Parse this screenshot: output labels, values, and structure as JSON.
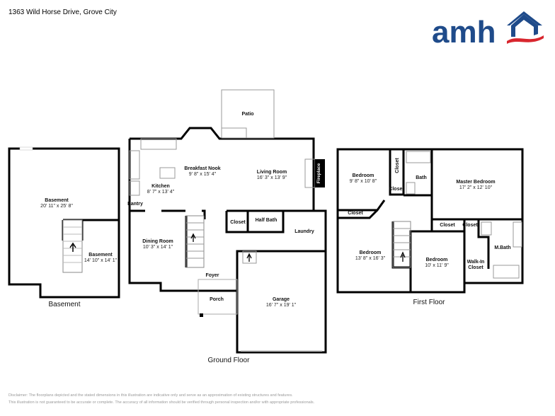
{
  "header": {
    "address": "1363 Wild Horse Drive, Grove City",
    "logo_text": "amh",
    "brand_colors": {
      "navy": "#1f4b8a",
      "red": "#d8262e"
    }
  },
  "floors": {
    "basement": {
      "title": "Basement",
      "rooms": [
        {
          "name": "Basement",
          "dims": "20' 11\" x 25' 8\""
        },
        {
          "name": "Basement",
          "dims": "14' 10\" x 14' 1\""
        }
      ]
    },
    "ground": {
      "title": "Ground Floor",
      "rooms": [
        {
          "name": "Patio",
          "dims": ""
        },
        {
          "name": "Breakfast Nook",
          "dims": "9' 8\" x 15' 4\""
        },
        {
          "name": "Living Room",
          "dims": "16' 3\" x 13' 9\""
        },
        {
          "name": "Fireplace",
          "dims": ""
        },
        {
          "name": "Kitchen",
          "dims": "8' 7\" x 13' 4\""
        },
        {
          "name": "Pantry",
          "dims": ""
        },
        {
          "name": "Closet",
          "dims": ""
        },
        {
          "name": "Half Bath",
          "dims": ""
        },
        {
          "name": "Laundry",
          "dims": ""
        },
        {
          "name": "Dining Room",
          "dims": "10' 3\" x 14' 1\""
        },
        {
          "name": "Foyer",
          "dims": ""
        },
        {
          "name": "Porch",
          "dims": ""
        },
        {
          "name": "Garage",
          "dims": "16' 7\" x 19' 1\""
        }
      ]
    },
    "first": {
      "title": "First Floor",
      "rooms": [
        {
          "name": "Bedroom",
          "dims": "9' 8\" x 10' 8\""
        },
        {
          "name": "Closet",
          "dims": ""
        },
        {
          "name": "Bath",
          "dims": ""
        },
        {
          "name": "Closet",
          "dims": ""
        },
        {
          "name": "Master Bedroom",
          "dims": "17' 2\" x 12' 10\""
        },
        {
          "name": "Closet",
          "dims": ""
        },
        {
          "name": "Closet",
          "dims": ""
        },
        {
          "name": "Closet",
          "dims": ""
        },
        {
          "name": "Bedroom",
          "dims": "13' 8\" x 16' 3\""
        },
        {
          "name": "Bedroom",
          "dims": "10' x 11' 9\""
        },
        {
          "name": "M.Bath",
          "dims": ""
        },
        {
          "name": "Walk-In",
          "dims": "Closet"
        }
      ]
    }
  },
  "disclaimer": {
    "line1": "Disclaimer: The floorplans depicted and the stated dimensions in this illustration are indicative only and serve as an approximation of existing structures and features.",
    "line2": "This illustration is not guaranteed to be accurate or complete. The accuracy of all information should be verified through personal inspection and/or with appropriate professionals."
  }
}
